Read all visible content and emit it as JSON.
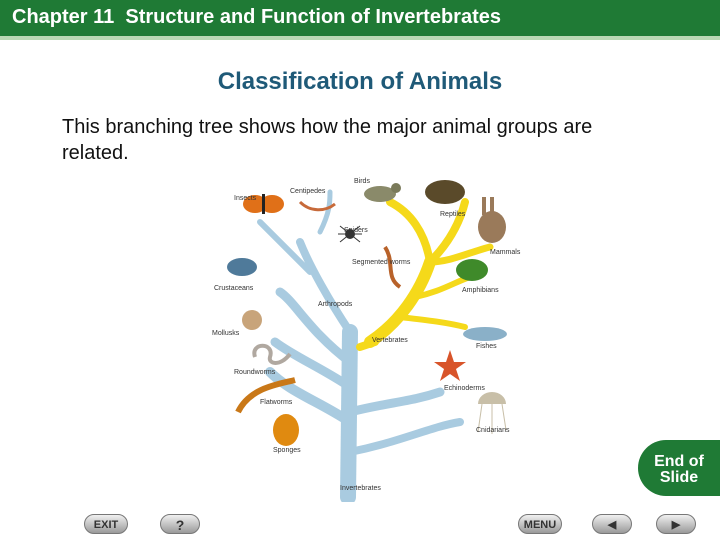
{
  "header": {
    "title": "Chapter 11  Structure and Function of Invertebrates"
  },
  "slide": {
    "title": "Classification of Animals",
    "body": "This branching tree shows how the major animal groups are related."
  },
  "tree_labels": {
    "birds": "Birds",
    "centipedes": "Centipedes",
    "insects": "Insects",
    "reptiles": "Reptiles",
    "spiders": "Spiders",
    "mammals": "Mammals",
    "segmented_worms": "Segmented worms",
    "crustaceans": "Crustaceans",
    "amphibians": "Amphibians",
    "arthropods": "Arthropods",
    "mollusks": "Mollusks",
    "vertebrates": "Vertebrates",
    "fishes": "Fishes",
    "roundworms": "Roundworms",
    "echinoderms": "Echinoderms",
    "flatworms": "Flatworms",
    "cnidarians": "Cnidarians",
    "sponges": "Sponges",
    "invertebrates": "Invertebrates"
  },
  "end_slide": {
    "line1": "End of",
    "line2": "Slide"
  },
  "nav": {
    "exit": "EXIT",
    "help": "?",
    "menu": "MENU",
    "prev": "◀",
    "next": "▶"
  },
  "colors": {
    "header": "#1f7a35",
    "title": "#1f5a78",
    "invertebrate_branch": "#a9cbe0",
    "vertebrate_branch": "#f5d91a"
  }
}
